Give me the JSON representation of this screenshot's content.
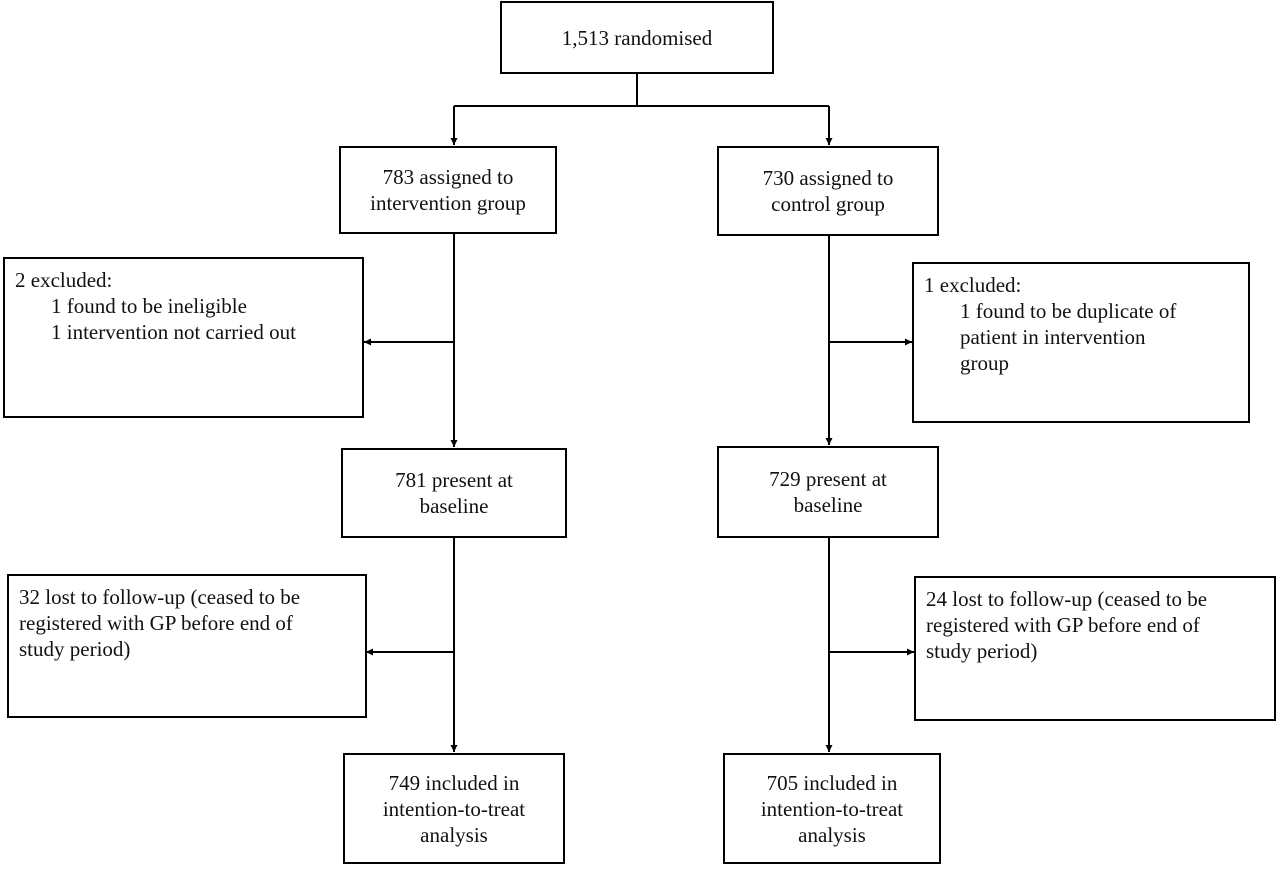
{
  "randomised": {
    "line1": "1,513 randomised"
  },
  "intervention": {
    "assigned": {
      "line1": "783 assigned to",
      "line2": "intervention group"
    },
    "excluded": {
      "title": "2 excluded:",
      "reasons": [
        "1 found to be ineligible",
        "1 intervention not carried out"
      ]
    },
    "baseline": {
      "line1": "781 present at",
      "line2": "baseline"
    },
    "lost": {
      "line1": "32 lost to follow-up (ceased to be",
      "line2": "registered with GP before end of",
      "line3": "study period)"
    },
    "itt": {
      "line1": "749 included in",
      "line2": "intention-to-treat",
      "line3": "analysis"
    }
  },
  "control": {
    "assigned": {
      "line1": "730 assigned to",
      "line2": "control group"
    },
    "excluded": {
      "title": "1 excluded:",
      "reasons": [
        "1 found to be duplicate of",
        "patient in intervention",
        "group"
      ]
    },
    "baseline": {
      "line1": "729 present at",
      "line2": "baseline"
    },
    "lost": {
      "line1": "24 lost to follow-up (ceased to be",
      "line2": "registered with GP before end of",
      "line3": "study period)"
    },
    "itt": {
      "line1": "705 included in",
      "line2": "intention-to-treat",
      "line3": "analysis"
    }
  }
}
